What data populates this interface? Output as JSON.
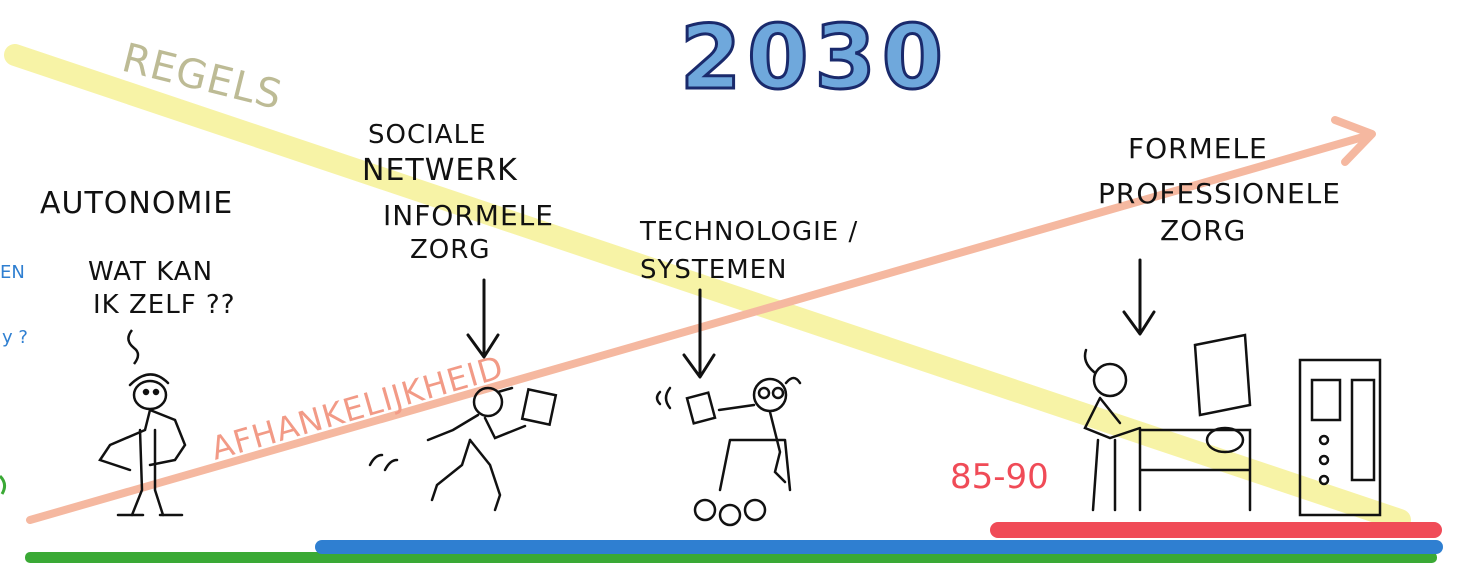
{
  "title": "2030",
  "arrows": {
    "rules": "REGELS",
    "dependency": "AFHANKELIJKHEID"
  },
  "sections": {
    "autonomy": {
      "heading": "AUTONOMIE",
      "question_line1": "WAT KAN",
      "question_line2": "IK ZELF ??"
    },
    "social": {
      "line1": "SOCIALE",
      "line2": "NETWERK",
      "line3": "INFORMELE",
      "line4": "ZORG"
    },
    "tech": {
      "line1": "TECHNOLOGIE /",
      "line2": "SYSTEMEN"
    },
    "formal": {
      "line1": "FORMELE",
      "line2": "PROFESSIONELE",
      "line3": "ZORG"
    }
  },
  "age_range": "85-90",
  "edge_fragments": {
    "top": "EN",
    "bottom": "y ?"
  },
  "colors": {
    "rules_arrow": "#f7f3a6",
    "dependency_arrow": "#f5b8a0",
    "title_fill": "#6fa8dc",
    "green_bar": "#3aa935",
    "blue_bar": "#2f7fd1",
    "red_bar": "#f04b57",
    "age_text": "#f04b57"
  }
}
